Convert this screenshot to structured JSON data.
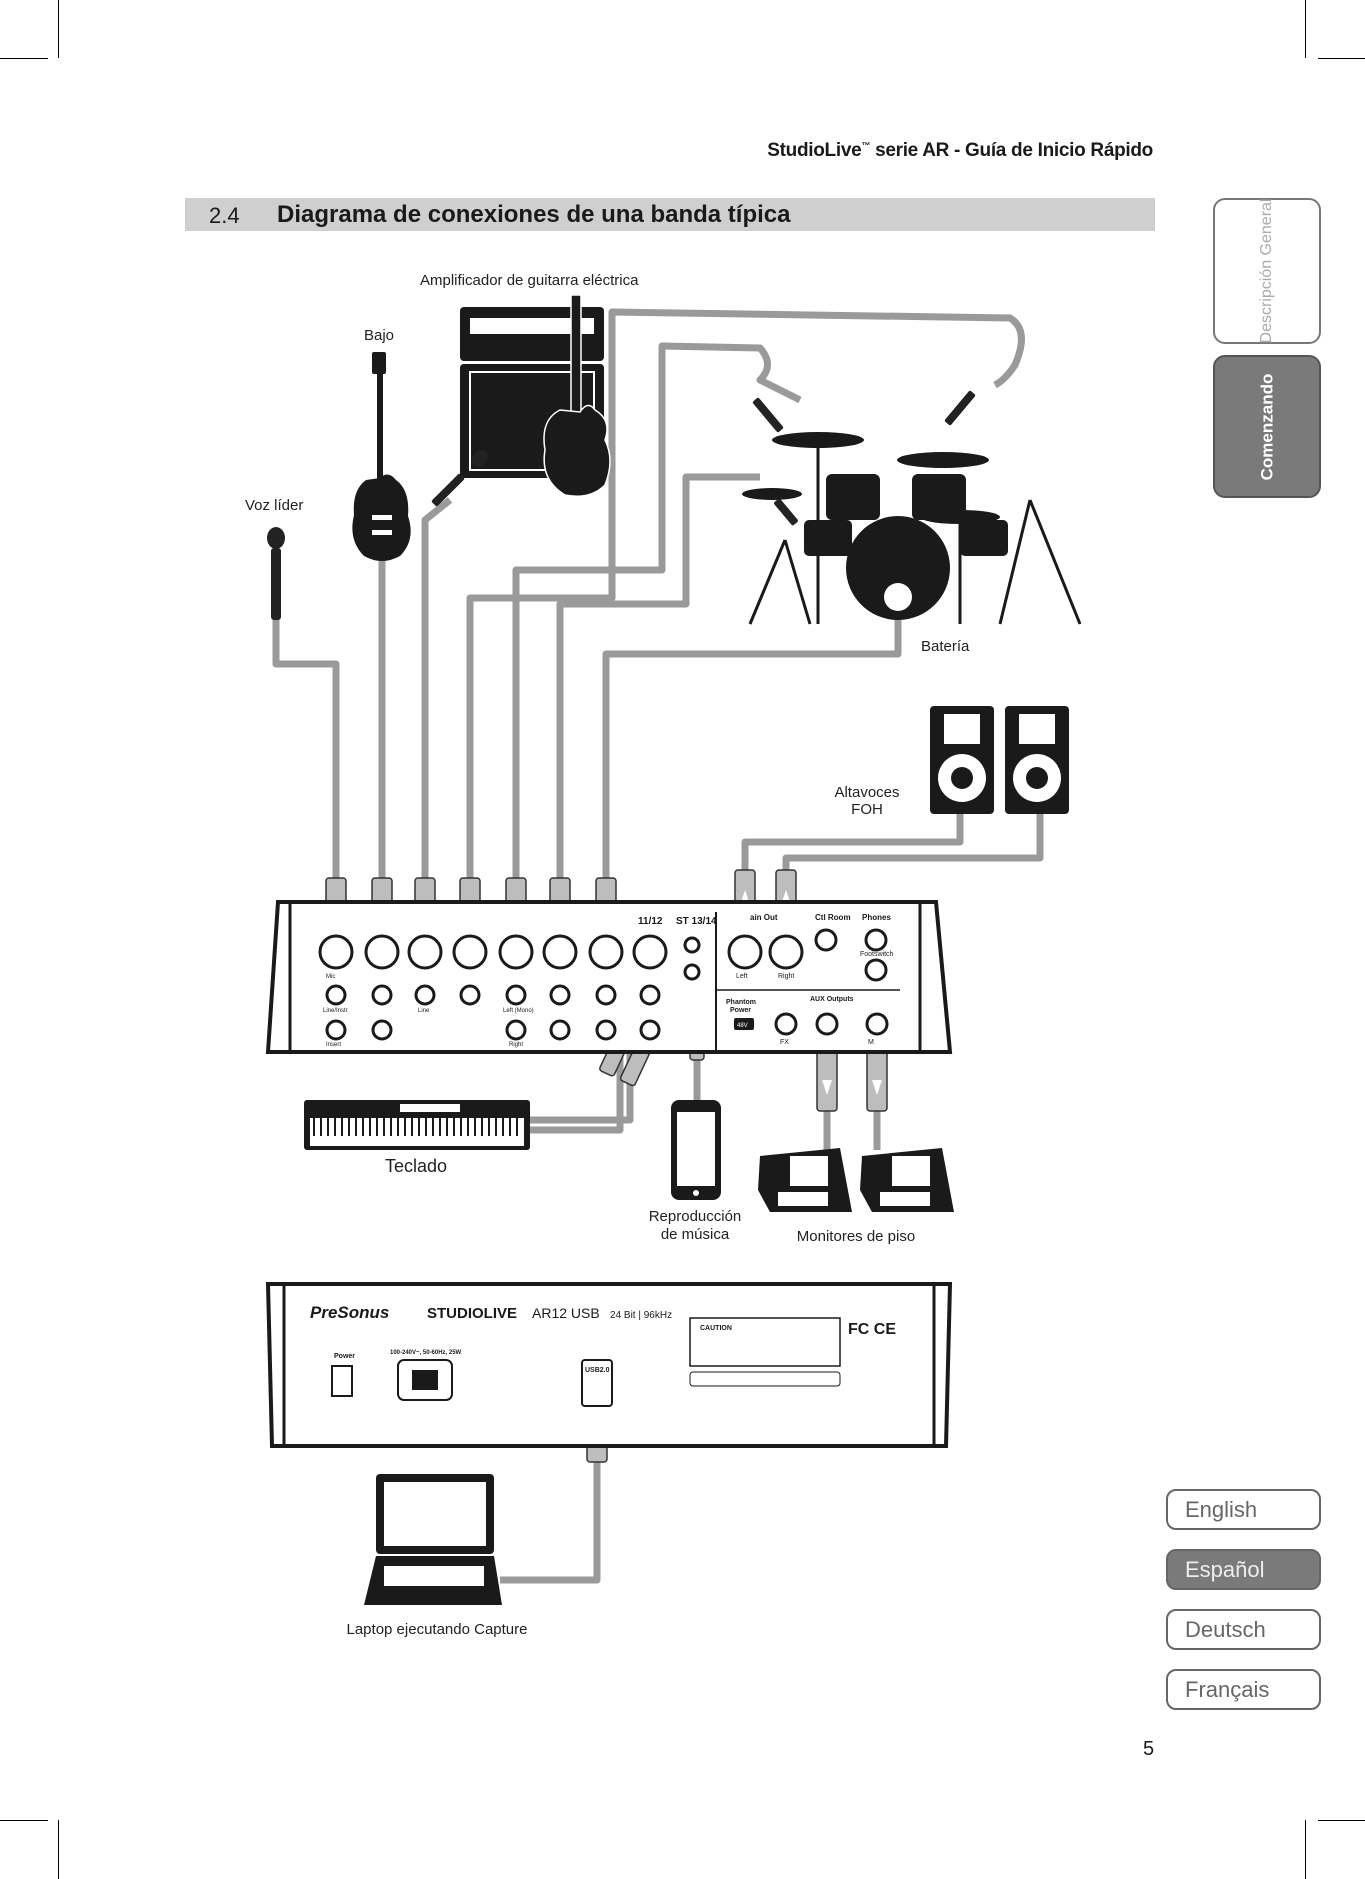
{
  "header": {
    "title_brand": "StudioLive",
    "title_mark": "™",
    "title_rest": " serie AR - Guía de Inicio Rápido"
  },
  "section": {
    "number": "2.4",
    "title": "Diagrama de conexiones de una banda típica"
  },
  "side_tabs": {
    "overview": "Descripción General",
    "start": "Comenzando"
  },
  "languages": [
    {
      "label": "English",
      "active": false
    },
    {
      "label": "Español",
      "active": true
    },
    {
      "label": "Deutsch",
      "active": false
    },
    {
      "label": "Français",
      "active": false
    }
  ],
  "diagram_labels": {
    "guitar_amp": "Amplificador de guitarra eléctrica",
    "bass": "Bajo",
    "lead_vocal": "Voz líder",
    "drums": "Batería",
    "foh_speakers_line1": "Altavoces",
    "foh_speakers_line2": "FOH",
    "keyboard": "Teclado",
    "music_playback_line1": "Reproducción",
    "music_playback_line2": "de música",
    "floor_monitors": "Monitores de piso",
    "laptop": "Laptop ejecutando Capture"
  },
  "mixer_front": {
    "channel_labels": [
      "11/12",
      "ST 13/14",
      "ain Out",
      "Ctl Room",
      "Phones"
    ],
    "jack_labels": [
      "Mic",
      "Line/Instr",
      "Insert",
      "Line",
      "Left (Mono)",
      "Right"
    ],
    "main_out": [
      "Left",
      "Right"
    ],
    "footswitch": "Footswitch",
    "phantom": [
      "Phantom",
      "Power",
      "48V"
    ],
    "aux_outputs": "AUX Outputs",
    "aux_labels": [
      "FX",
      "M"
    ]
  },
  "mixer_rear": {
    "brand": "PreSonus",
    "model": "STUDIOLIVE",
    "model_suffix": "AR12 USB",
    "spec": "24 Bit | 96kHz",
    "power": "Power",
    "mains_rating": "100-240V~, 50-60Hz, 25W",
    "usb": "USB2.0",
    "caution": "CAUTION",
    "cert": "FC CE"
  },
  "page_number": "5"
}
